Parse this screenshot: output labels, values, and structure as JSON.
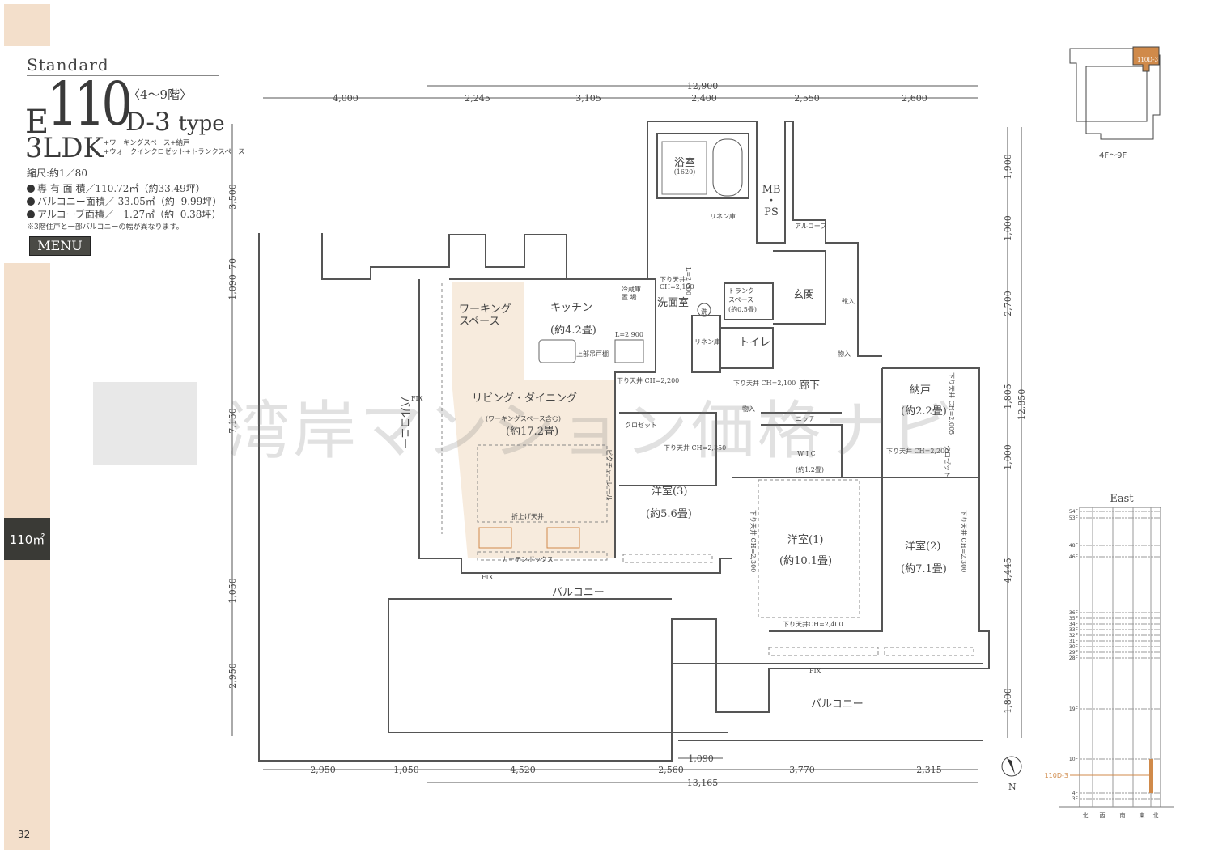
{
  "header": {
    "series": "Standard",
    "plan_prefix": "E",
    "plan_number": "110",
    "floors": "〈4〜9階〉",
    "type": "D-3",
    "type_suffix": "type",
    "layout": "3LDK",
    "extras_line1": "+ワーキングスペース+納戸",
    "extras_line2": "+ウォークインクロゼット+トランクスペース",
    "scale": "縮尺:約1／80",
    "areas": [
      {
        "label": "専 有 面 積／",
        "value": "110.72㎡（約33.49坪）"
      },
      {
        "label": "バルコニー面積／",
        "value": " 33.05㎡（約  9.99坪）"
      },
      {
        "label": "アルコーブ面積／",
        "value": "   1.27㎡（約  0.38坪）"
      }
    ],
    "note": "※3階住戸と一部バルコニーの幅が異なります。",
    "menu_label": "MENU"
  },
  "sidebar": {
    "size_tab": "110㎡",
    "page_number": "32"
  },
  "watermark": "湾岸マンション価格ナビ",
  "key_plan": {
    "unit_label": "110D-3",
    "floors_label": "4F〜9F",
    "highlight_color": "#d08a4a"
  },
  "elevation": {
    "title": "East",
    "floors": [
      "54F",
      "53F",
      "48F",
      "46F",
      "36F",
      "35F",
      "34F",
      "33F",
      "32F",
      "31F",
      "30F",
      "29F",
      "28F",
      "19F",
      "10F",
      "4F",
      "3F"
    ],
    "directions": [
      "北",
      "西",
      "南",
      "東",
      "北"
    ],
    "unit_label": "110D-3",
    "highlight_color": "#d08a4a"
  },
  "dimensions": {
    "top_total": "12,900",
    "top": [
      "4,000",
      "2,245",
      "3,105",
      "2,400",
      "2,550",
      "2,600"
    ],
    "bottom_upper": "1,090",
    "bottom": [
      "2,950",
      "1,050",
      "4,520",
      "2,560",
      "3,770",
      "2,315"
    ],
    "bottom_total": "13,165",
    "left": [
      "3,500",
      "70",
      "1,090",
      "7,150",
      "1,050",
      "2,950"
    ],
    "right": [
      "1,900",
      "1,000",
      "2,700",
      "1,805",
      "1,000",
      "4,445",
      "1,800"
    ],
    "right_total": "12,850"
  },
  "rooms": {
    "bath": "浴室",
    "bath_size": "(1620)",
    "mbps1": "MB",
    "mbps2": "・",
    "mbps3": "PS",
    "alcove": "アルコーブ",
    "linen1": "リネン庫",
    "linen2": "リネン庫",
    "washroom": "洗面室",
    "wash_mark": "洗",
    "washroom_ceiling1": "下り天井",
    "washroom_ceiling2": "CH=2,100",
    "counter_l": "L=2,000",
    "trunk1": "トランク",
    "trunk2": "スペース",
    "trunk3": "(約0.5畳)",
    "entrance": "玄関",
    "shoe": "靴入",
    "storage": "物入",
    "storage2": "物入",
    "toilet": "トイレ",
    "fridge1": "冷蔵庫",
    "fridge2": "置 場",
    "kitchen": "キッチン",
    "kitchen_size": "(約4.2畳)",
    "kitchen_l": "L=2,900",
    "upper_cabinet": "上部吊戸棚",
    "working1": "ワーキング",
    "working2": "スペース",
    "living": "リビング・ダイニング",
    "living_note": "(ワーキングスペース含む)",
    "living_size": "(約17.2畳)",
    "coffered": "折上げ天井",
    "picture_rail": "ピクチャーレール",
    "curtain_box": "カーテンボックス",
    "hall": "廊下",
    "niche": "ニッチ",
    "closet_a": "クロゼット",
    "closet_b": "クロゼット",
    "ceiling_2200a": "下り天井 CH=2,200",
    "ceiling_2100b": "下り天井 CH=2,100",
    "ceiling_2350": "下り天井 CH=2,350",
    "ceiling_2200b": "下り天井 CH=2,200",
    "ceiling_2400": "下り天井CH=2,400",
    "ceiling_2300a": "下り天井 CH=2,300",
    "ceiling_2300b": "下り天井 CH=2,300",
    "ceiling_2005": "下り天井 CH=2,005",
    "wic": "W I C",
    "wic_size": "(約1.2畳)",
    "storeroom": "納戸",
    "storeroom_size": "(約2.2畳)",
    "bed3": "洋室(3)",
    "bed3_size": "(約5.6畳)",
    "bed1": "洋室(1)",
    "bed1_size": "(約10.1畳)",
    "bed2": "洋室(2)",
    "bed2_size": "(約7.1畳)",
    "balcony_w": "バルコニー",
    "balcony_s1": "バルコニー",
    "balcony_s2": "バルコニー",
    "fix": "FIX",
    "north": "N"
  }
}
